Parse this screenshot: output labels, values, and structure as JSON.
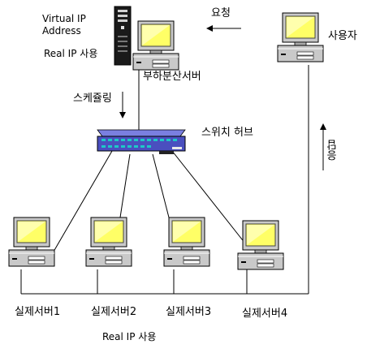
{
  "labels": {
    "virtual_ip_line1": "Virtual IP",
    "virtual_ip_line2": "Address",
    "real_ip_top": "Real IP 사용",
    "request": "요청",
    "user": "사용자",
    "load_balancer": "부하분산서버",
    "scheduling": "스케쥴링",
    "switch_hub": "스위치 허브",
    "response": "응답",
    "real_ip_bottom": "Real IP 사용"
  },
  "servers": [
    {
      "label": "실제서버1"
    },
    {
      "label": "실제서버2"
    },
    {
      "label": "실제서버3"
    },
    {
      "label": "실제서버4"
    }
  ],
  "colors": {
    "monitor_body": "#c9c9c9",
    "monitor_screen": "#ffff66",
    "screen_highlight": "#ffffcc",
    "hub_body": "#4a4fbf",
    "hub_ports": "#1ec8c8",
    "server_tower": "#1a1a1a",
    "line": "#000000"
  }
}
